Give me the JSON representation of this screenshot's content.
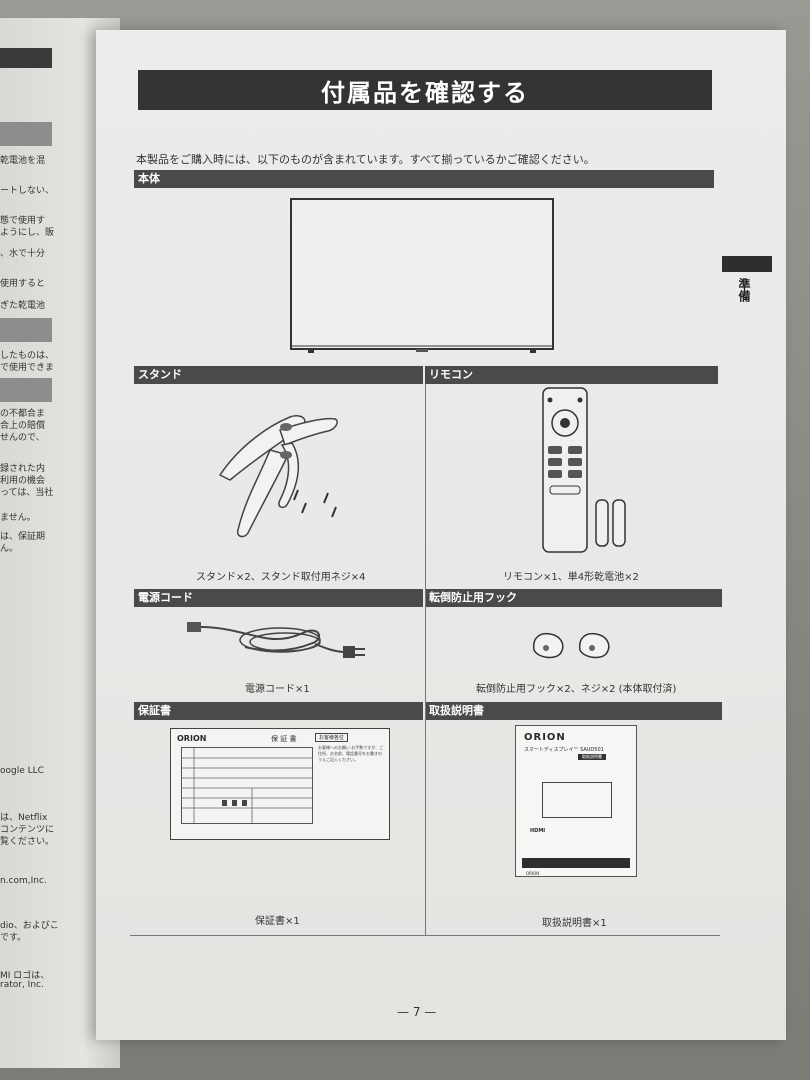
{
  "page": {
    "title": "付属品を確認する",
    "intro": "本製品をご購入時には、以下のものが含まれています。すべて揃っているかご確認ください。",
    "side_tab": "準備",
    "page_number": "— 7 —"
  },
  "sections": {
    "main_unit": {
      "heading": "本体"
    },
    "stand": {
      "heading": "スタンド",
      "caption": "スタンド×2、スタンド取付用ネジ×4"
    },
    "remote": {
      "heading": "リモコン",
      "caption": "リモコン×1、単4形乾電池×2"
    },
    "power_cord": {
      "heading": "電源コード",
      "caption": "電源コード×1"
    },
    "hook": {
      "heading": "転倒防止用フック",
      "caption": "転倒防止用フック×2、ネジ×2 (本体取付済)"
    },
    "warranty": {
      "heading": "保証書",
      "caption": "保証書×1"
    },
    "manual": {
      "heading": "取扱説明書",
      "caption": "取扱説明書×1"
    }
  },
  "warranty_card": {
    "brand": "ORION",
    "title": "保 証 書",
    "side_label": "お客様各位",
    "note": "お客様へのお願い お手数ですが、ご住所、お名前、電話番号をお書きのうえご記入ください。"
  },
  "manual_cover": {
    "brand": "ORION",
    "subtitle": "スマートディスプレイ™ SAUD501",
    "tag": "取扱説明書",
    "hdmi": "HDMI",
    "footer": "ORION"
  },
  "left_page": {
    "fragments": [
      "乾電池を混",
      "ートしない、",
      "態で使用す",
      "ようにし、販",
      "、水で十分",
      "使用すると",
      "ぎた乾電池",
      "したものは、",
      "で使用できま",
      "の不都合ま",
      "合上の賠償",
      "せんので、",
      "録された内",
      "利用の機会",
      "っては、当社",
      "ません。",
      "は、保証期",
      "ん。",
      "oogle LLC",
      "は、Netflix",
      "コンテンツに",
      "覧ください。",
      "n.com,Inc.",
      "dio、およびこ",
      "です。",
      "MI ロゴは、",
      "rator, Inc."
    ]
  }
}
